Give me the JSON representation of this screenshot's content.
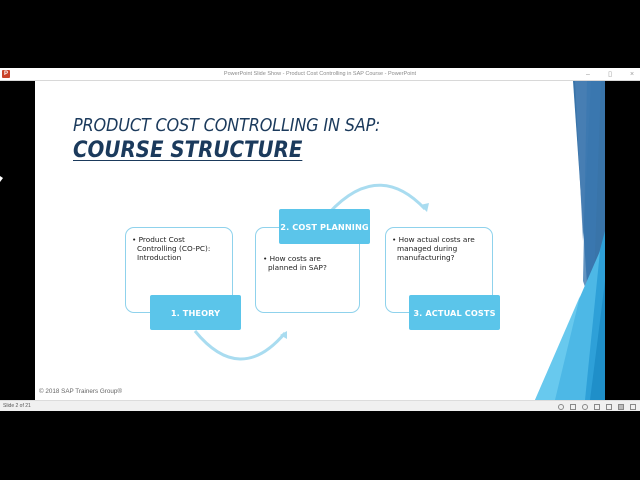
{
  "window": {
    "title": "PowerPoint Slide Show  -  Product Cost Controlling in SAP Course - PowerPoint",
    "app_icon": "powerpoint-icon",
    "controls": [
      "minimize",
      "restore",
      "close"
    ],
    "control_glyphs": {
      "minimize": "–",
      "restore": "▯",
      "close": "×"
    }
  },
  "slide": {
    "title_line1": "PRODUCT COST CONTROLLING IN SAP:",
    "title_line2": "COURSE STRUCTURE",
    "steps": [
      {
        "label": "1. THEORY",
        "bullet": "• Product Cost Controlling (CO-PC): Introduction",
        "bullet_lines": [
          "• Product Cost",
          "  Controlling (CO-PC):",
          "  Introduction"
        ]
      },
      {
        "label": "2. COST PLANNING",
        "bullet": "• How costs are planned in SAP?",
        "bullet_lines": [
          "• How costs are",
          "  planned in SAP?"
        ]
      },
      {
        "label": "3. ACTUAL COSTS",
        "bullet": "• How actual costs are managed during manufacturing?",
        "bullet_lines": [
          "• How actual costs are",
          "  managed during",
          "  manufacturing?"
        ]
      }
    ],
    "footer": "© 2018 SAP Trainers Group®",
    "colors": {
      "title": "#1b3a5c",
      "label_bg": "#5bc5ea",
      "card_border": "#8fd2ec",
      "arrow": "#a9dcf0",
      "accent_dark": "#2e6da4",
      "accent_light": "#3fb5e3"
    }
  },
  "statusbar": {
    "slide_indicator": "Slide 2 of 21",
    "icons": [
      "previous-icon",
      "pause-icon",
      "next-icon",
      "normal-view-icon",
      "slide-sorter-icon",
      "reading-view-icon",
      "slideshow-icon"
    ]
  }
}
